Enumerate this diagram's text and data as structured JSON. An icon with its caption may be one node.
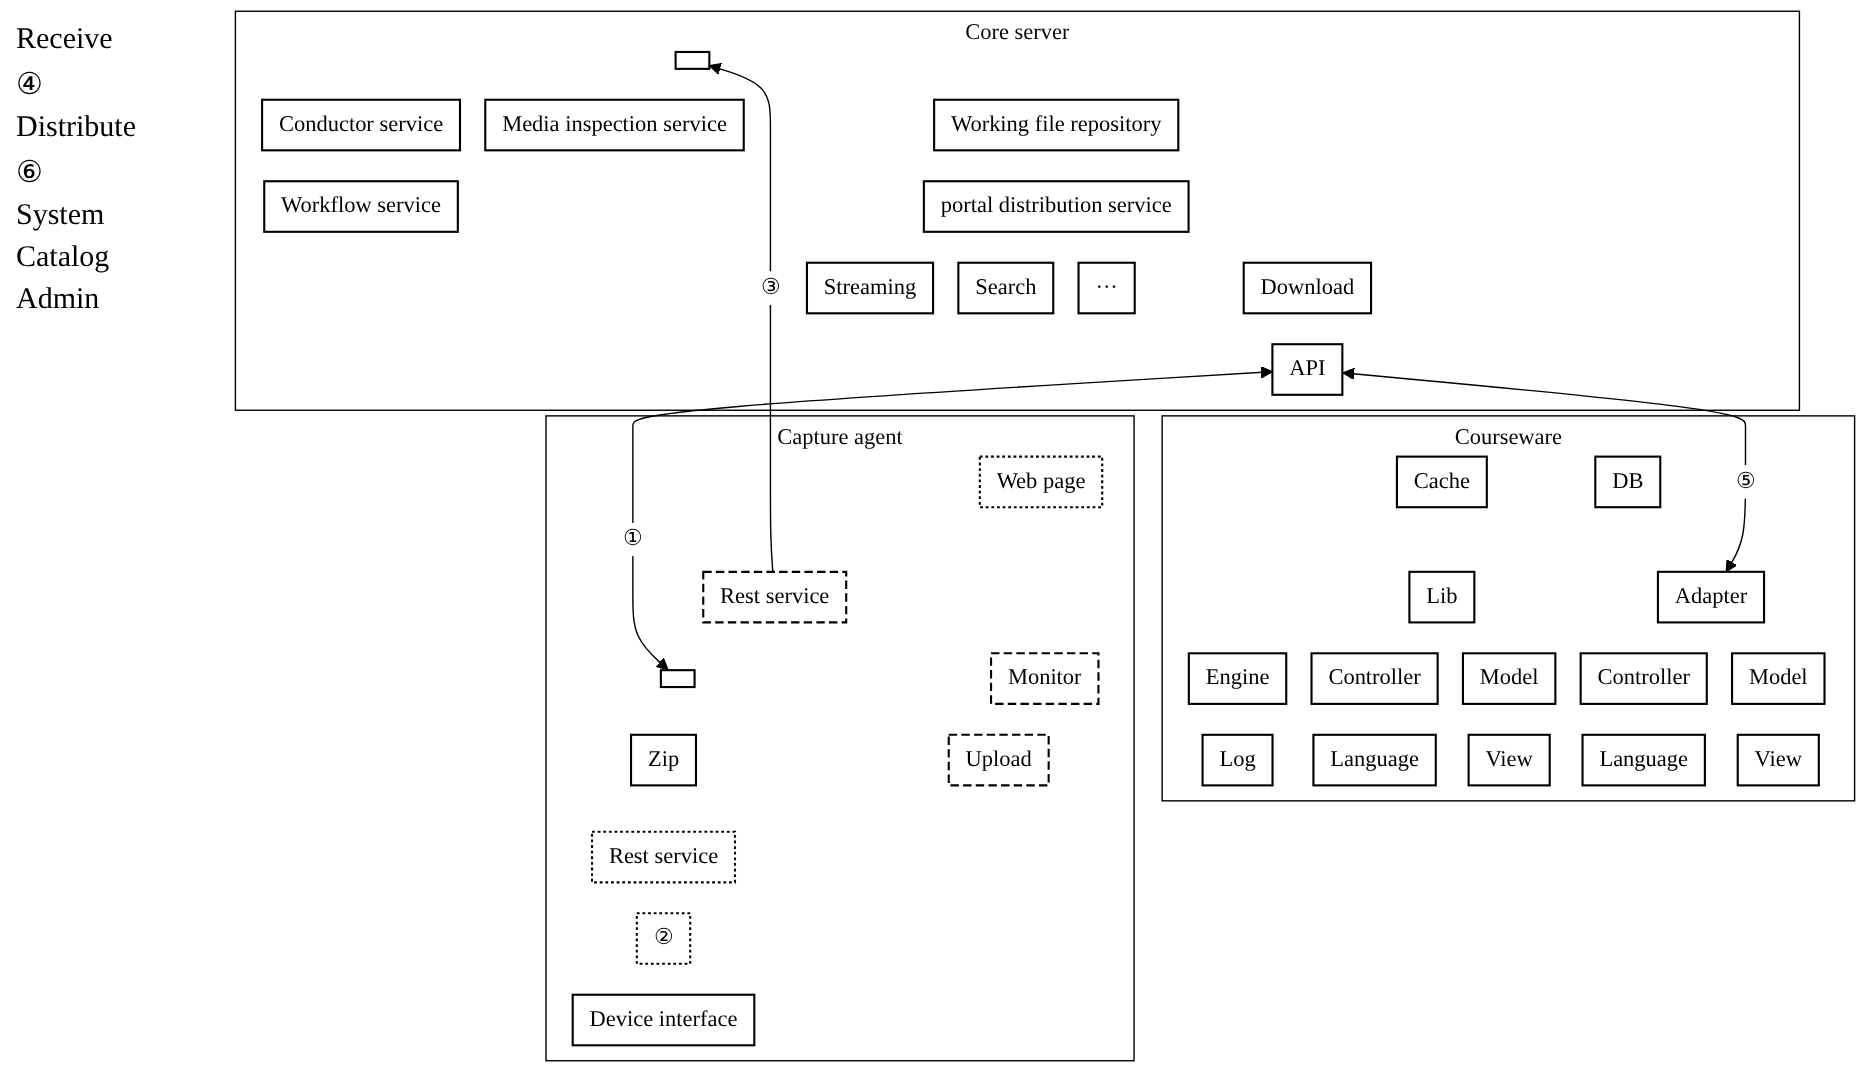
{
  "diagram": {
    "nodes": [
      {
        "text": [
          "Core server"
        ]
      },
      {
        "text": [],
        "shape": "box",
        "in": 0
      },
      {
        "text": [
          "Working file repository"
        ],
        "in": 0
      },
      {
        "text": [
          "Media inspection service"
        ],
        "in": 0
      },
      {
        "text": [
          "Conductor service"
        ],
        "in": 0
      },
      {
        "text": [
          "Workflow service"
        ],
        "in": 0
      },
      {
        "text": [
          "portal distribution service"
        ],
        "in": 0
      },
      {
        "text": [
          "Download"
        ],
        "in": 0
      },
      {
        "text": [
          "Streaming"
        ],
        "in": 0
      },
      {
        "text": [
          "Search"
        ],
        "in": 0
      },
      {
        "text": [
          "···"
        ],
        "in": 0
      },
      {
        "text": [
          "API"
        ],
        "in": 0
      },
      {
        "text": [
          "Courseware"
        ]
      },
      {
        "text": [
          "Cache"
        ],
        "in": 12
      },
      {
        "text": [
          "Engine"
        ],
        "in": 12
      },
      {
        "text": [
          "DB"
        ],
        "in": 12
      },
      {
        "text": [
          "Lib"
        ],
        "in": 12
      },
      {
        "text": [
          "Log"
        ],
        "in": 12
      },
      {
        "text": [
          "Adapter"
        ],
        "in": 12
      },
      {
        "text": [
          "Controller"
        ],
        "in": 12
      },
      {
        "text": [
          "Model"
        ],
        "in": 12
      },
      {
        "text": [
          "Language"
        ],
        "in": 12
      },
      {
        "text": [
          "View"
        ],
        "in": 12
      },
      {
        "text": [
          "Controller"
        ],
        "in": 12
      },
      {
        "text": [
          "Model"
        ],
        "in": 12
      },
      {
        "text": [
          "Language"
        ],
        "in": 12
      },
      {
        "text": [
          "View"
        ],
        "in": 12
      },
      {
        "text": [
          "Capture agent"
        ]
      },
      {
        "text": [
          "Web page"
        ],
        "in": 27
      },
      {
        "text": [
          "Rest service"
        ],
        "in": 27
      },
      {
        "text": [],
        "shape": "box",
        "in": 27
      },
      {
        "text": [
          "Zip"
        ],
        "in": 27
      },
      {
        "text": [
          "Upload"
        ],
        "in": 27
      },
      {
        "text": [
          "Monitor"
        ],
        "in": 27
      },
      {
        "text": [
          "Rest service"
        ],
        "in": 27
      },
      {
        "text": [
          "②"
        ],
        "in": 27
      },
      {
        "text": [
          "Device interface"
        ],
        "in": 27
      }
    ],
    "edges": [
      {
        "from": 30,
        "to": 11,
        "arrow": "both",
        "label": "①"
      },
      {
        "from": 29,
        "to": 1,
        "arrow": "to",
        "label": "③"
      },
      {
        "from": 11,
        "to": 18,
        "arrow": "both",
        "label": "⑤"
      }
    ],
    "labels": [
      "Receive",
      "④",
      "Distribute",
      "⑥",
      "System",
      "Catalog",
      "Admin"
    ]
  }
}
